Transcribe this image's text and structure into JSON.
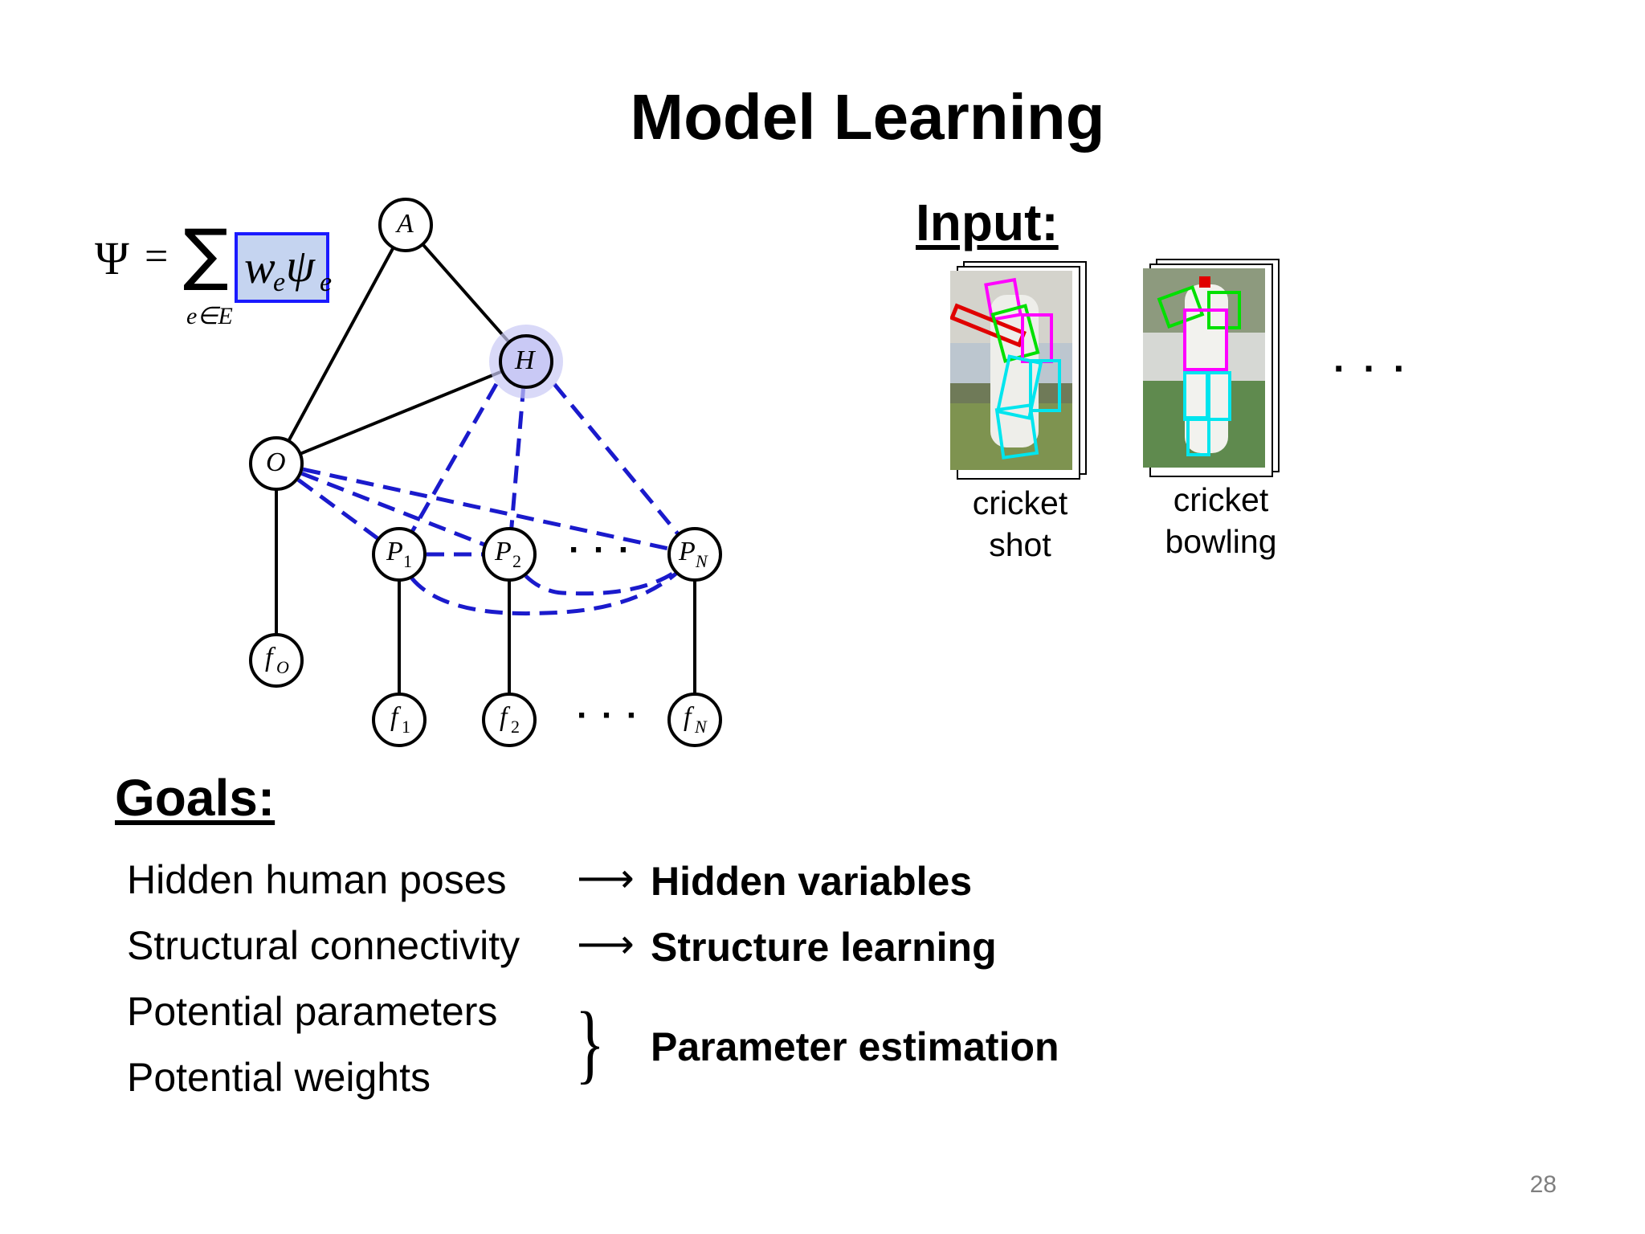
{
  "slide": {
    "title": "Model Learning",
    "page_number": "28"
  },
  "formula": {
    "lhs": "Ψ",
    "equals": "=",
    "sum": "∑",
    "subscript": "e∈E",
    "term_w": "w",
    "term_w_sub": "e",
    "term_psi": "ψ",
    "term_psi_sub": "e",
    "highlight_color": "#c5d4f0",
    "border_color": "#1a1aff"
  },
  "graph": {
    "nodes": {
      "A": "A",
      "H": "H",
      "O": "O",
      "P1": "P",
      "P1_sub": "1",
      "P2": "P",
      "P2_sub": "2",
      "PN": "P",
      "PN_sub": "N",
      "fO": "f",
      "fO_sub": "O",
      "f1": "f",
      "f1_sub": "1",
      "f2": "f",
      "f2_sub": "2",
      "fN": "f",
      "fN_sub": "N"
    },
    "ellipsis_parts": "· · ·",
    "ellipsis_features": "· · ·",
    "edge_color": "#000000",
    "hidden_edge_color": "#1a1acc",
    "highlight_node_color": "#c9c9f5"
  },
  "input": {
    "heading": "Input:",
    "examples": [
      {
        "caption_line1": "cricket",
        "caption_line2": "shot"
      },
      {
        "caption_line1": "cricket",
        "caption_line2": "bowling"
      }
    ],
    "more": "· · ·"
  },
  "goals": {
    "heading": "Goals:",
    "items": [
      "Hidden human poses",
      "Structural connectivity",
      "Potential parameters",
      "Potential weights"
    ],
    "arrow": "⟶",
    "brace": "}",
    "results": [
      "Hidden variables",
      "Structure learning",
      "Parameter estimation"
    ]
  }
}
